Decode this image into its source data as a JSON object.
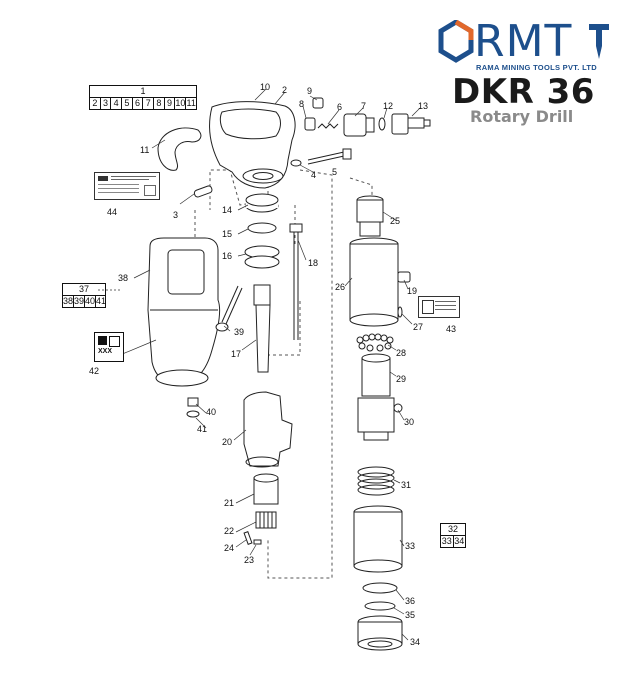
{
  "brand": {
    "name": "RMT",
    "tagline": "RAMA MINING TOOLS PVT. LTD",
    "colors": {
      "primary": "#1d4f8c",
      "accent": "#e2682b"
    }
  },
  "title": {
    "model": "DKR 36",
    "subtitle": "Rotary Drill"
  },
  "kits": {
    "kit1": {
      "label": "1",
      "members": [
        "2",
        "3",
        "4",
        "5",
        "6",
        "7",
        "8",
        "9",
        "10",
        "11"
      ]
    },
    "kit37": {
      "label": "37",
      "members": [
        "38",
        "39",
        "40",
        "41"
      ]
    },
    "kit32": {
      "label": "32",
      "members": [
        "33",
        "34"
      ]
    }
  },
  "callouts": {
    "p2": "2",
    "p3": "3",
    "p4": "4",
    "p5": "5",
    "p6": "6",
    "p7": "7",
    "p8": "8",
    "p9": "9",
    "p10": "10",
    "p11": "11",
    "p12": "12",
    "p13": "13",
    "p14": "14",
    "p15": "15",
    "p16": "16",
    "p17": "17",
    "p18": "18",
    "p19": "19",
    "p20": "20",
    "p21": "21",
    "p22": "22",
    "p23": "23",
    "p24": "24",
    "p25": "25",
    "p26": "26",
    "p27": "27",
    "p28": "28",
    "p29": "29",
    "p30": "30",
    "p31": "31",
    "p33": "33",
    "p34": "34",
    "p35": "35",
    "p36": "36",
    "p38": "38",
    "p39": "39",
    "p40": "40",
    "p41": "41",
    "p42": "42",
    "p43": "43",
    "p44": "44"
  },
  "plates": {
    "xxx_label": "XXX"
  }
}
